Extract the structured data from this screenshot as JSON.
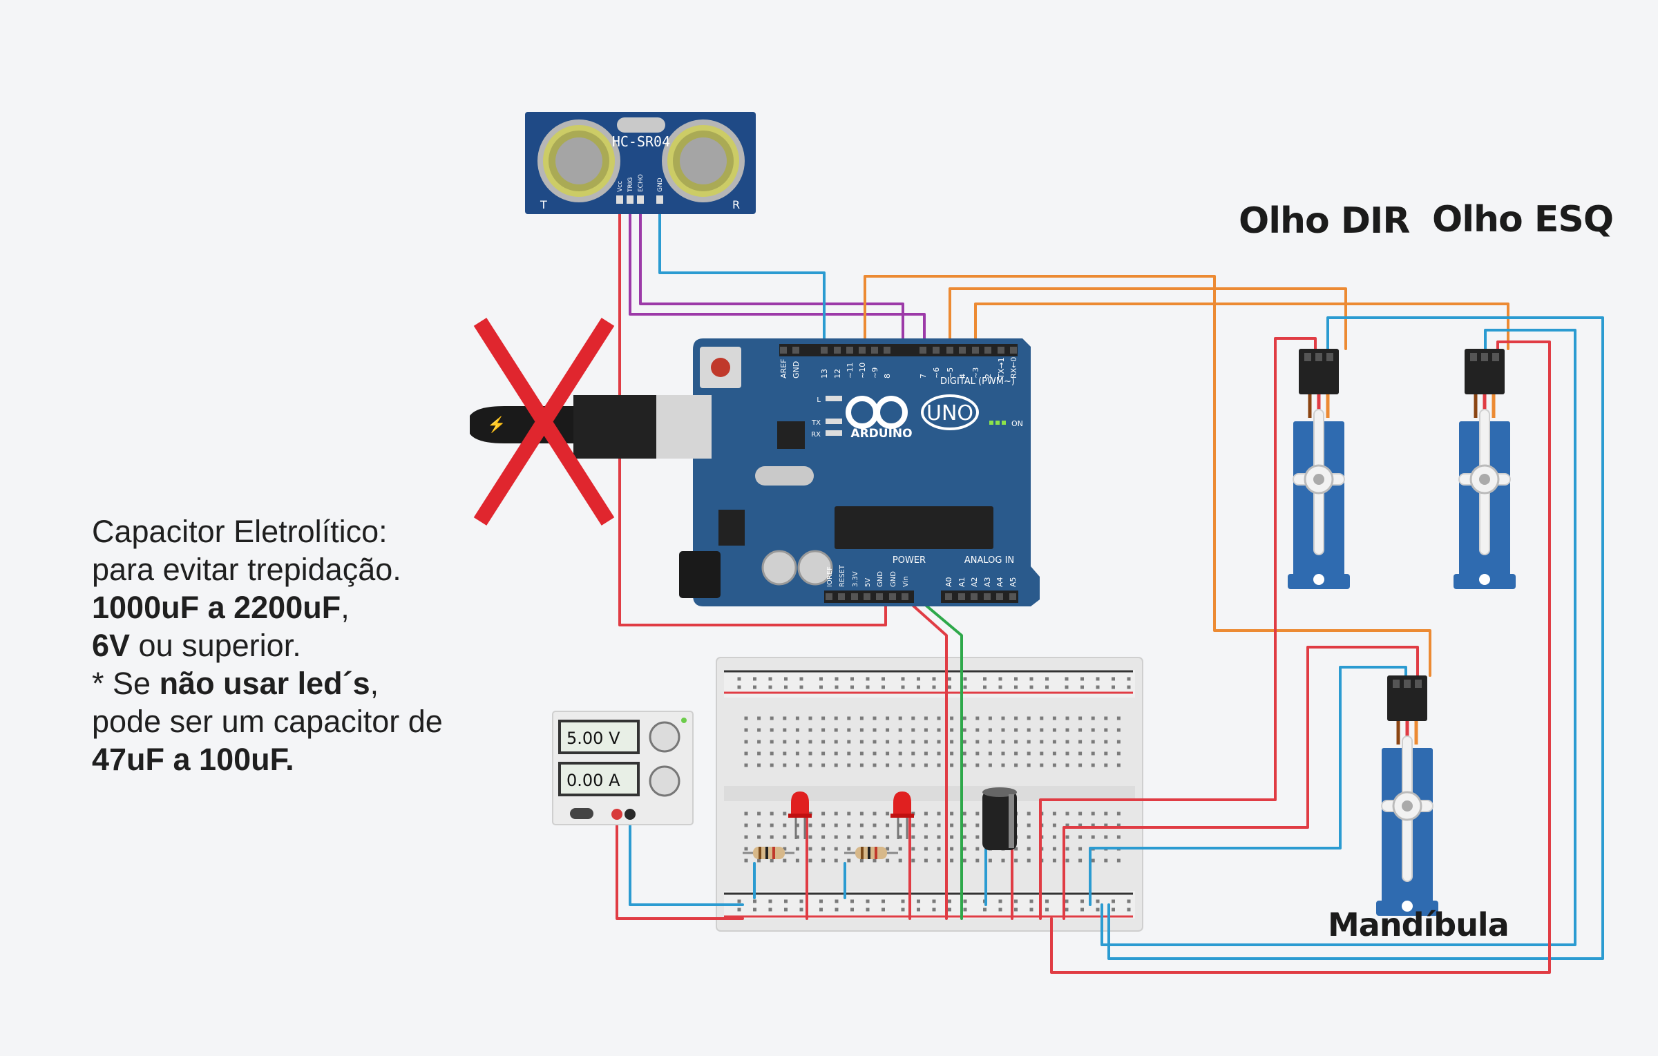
{
  "labels": {
    "olho_dir": "Olho DIR",
    "olho_esq": "Olho ESQ",
    "mandibula": "Mandíbula"
  },
  "sensor": {
    "model": "HC-SR04",
    "pins": [
      "Vcc",
      "TRIG",
      "ECHO",
      "GND"
    ],
    "left_mark": "T",
    "right_mark": "R"
  },
  "arduino": {
    "logo": "ARDUINO",
    "model": "UNO",
    "digital_label": "DIGITAL (PWM~)",
    "power_label": "POWER",
    "analog_label": "ANALOG IN",
    "on_label": "ON",
    "digital_pins": [
      "AREF",
      "GND",
      "13",
      "12",
      "~11",
      "~10",
      "~9",
      "8",
      "7",
      "~6",
      "~5",
      "4",
      "~3",
      "2",
      "TX→1",
      "RX←0"
    ],
    "power_pins": [
      "IOREF",
      "RESET",
      "3.3V",
      "5V",
      "GND",
      "GND",
      "Vin"
    ],
    "analog_pins": [
      "A0",
      "A1",
      "A2",
      "A3",
      "A4",
      "A5"
    ],
    "leds": [
      "L",
      "TX",
      "RX"
    ]
  },
  "power_supply": {
    "voltage": "5.00 V",
    "current": "0.00 A"
  },
  "note": {
    "line1": "Capacitor Eletrolítico:",
    "line2": "para evitar trepidação.",
    "line3_bold": "1000uF a 2200uF",
    "line3_tail": ",",
    "line4_bold": "6V",
    "line4_tail": " ou superior.",
    "line5_a": "* Se ",
    "line5_bold": "não usar led´s",
    "line5_tail": ",",
    "line6": "pode ser um capacitor de",
    "line7_bold": "47uF a 100uF."
  },
  "colors": {
    "board": "#2a5a8c",
    "servo": "#2f6bb0",
    "wire_red": "#e03c44",
    "wire_blue": "#2b9bd1",
    "wire_orange": "#ec8a33",
    "wire_purple": "#9c3aa8",
    "wire_green": "#2ea84a",
    "cross": "#e0262e"
  }
}
